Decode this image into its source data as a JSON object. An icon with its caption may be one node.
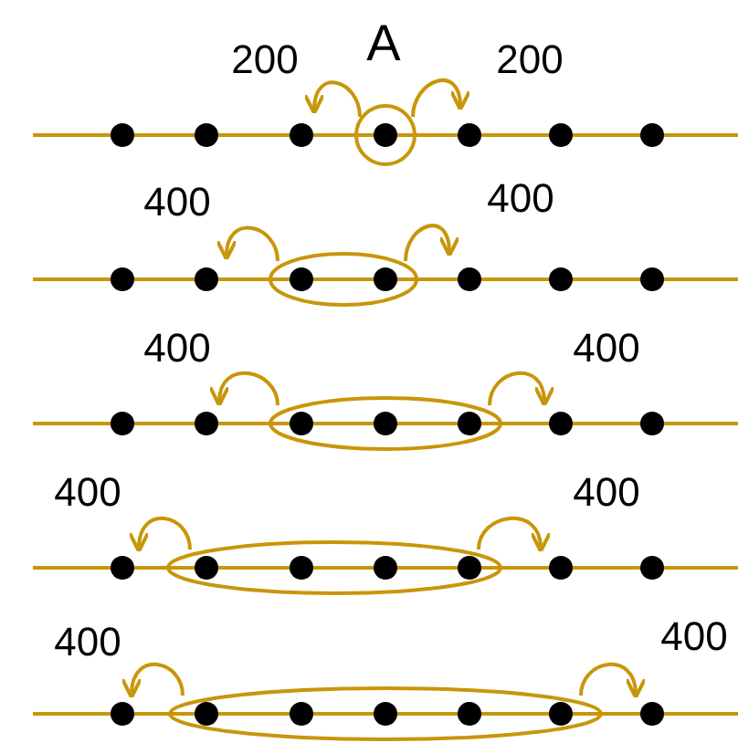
{
  "diagram": {
    "labels": [
      "200",
      "A",
      "200",
      "400",
      "400",
      "400",
      "400",
      "400",
      "400",
      "400",
      "400"
    ]
  }
}
